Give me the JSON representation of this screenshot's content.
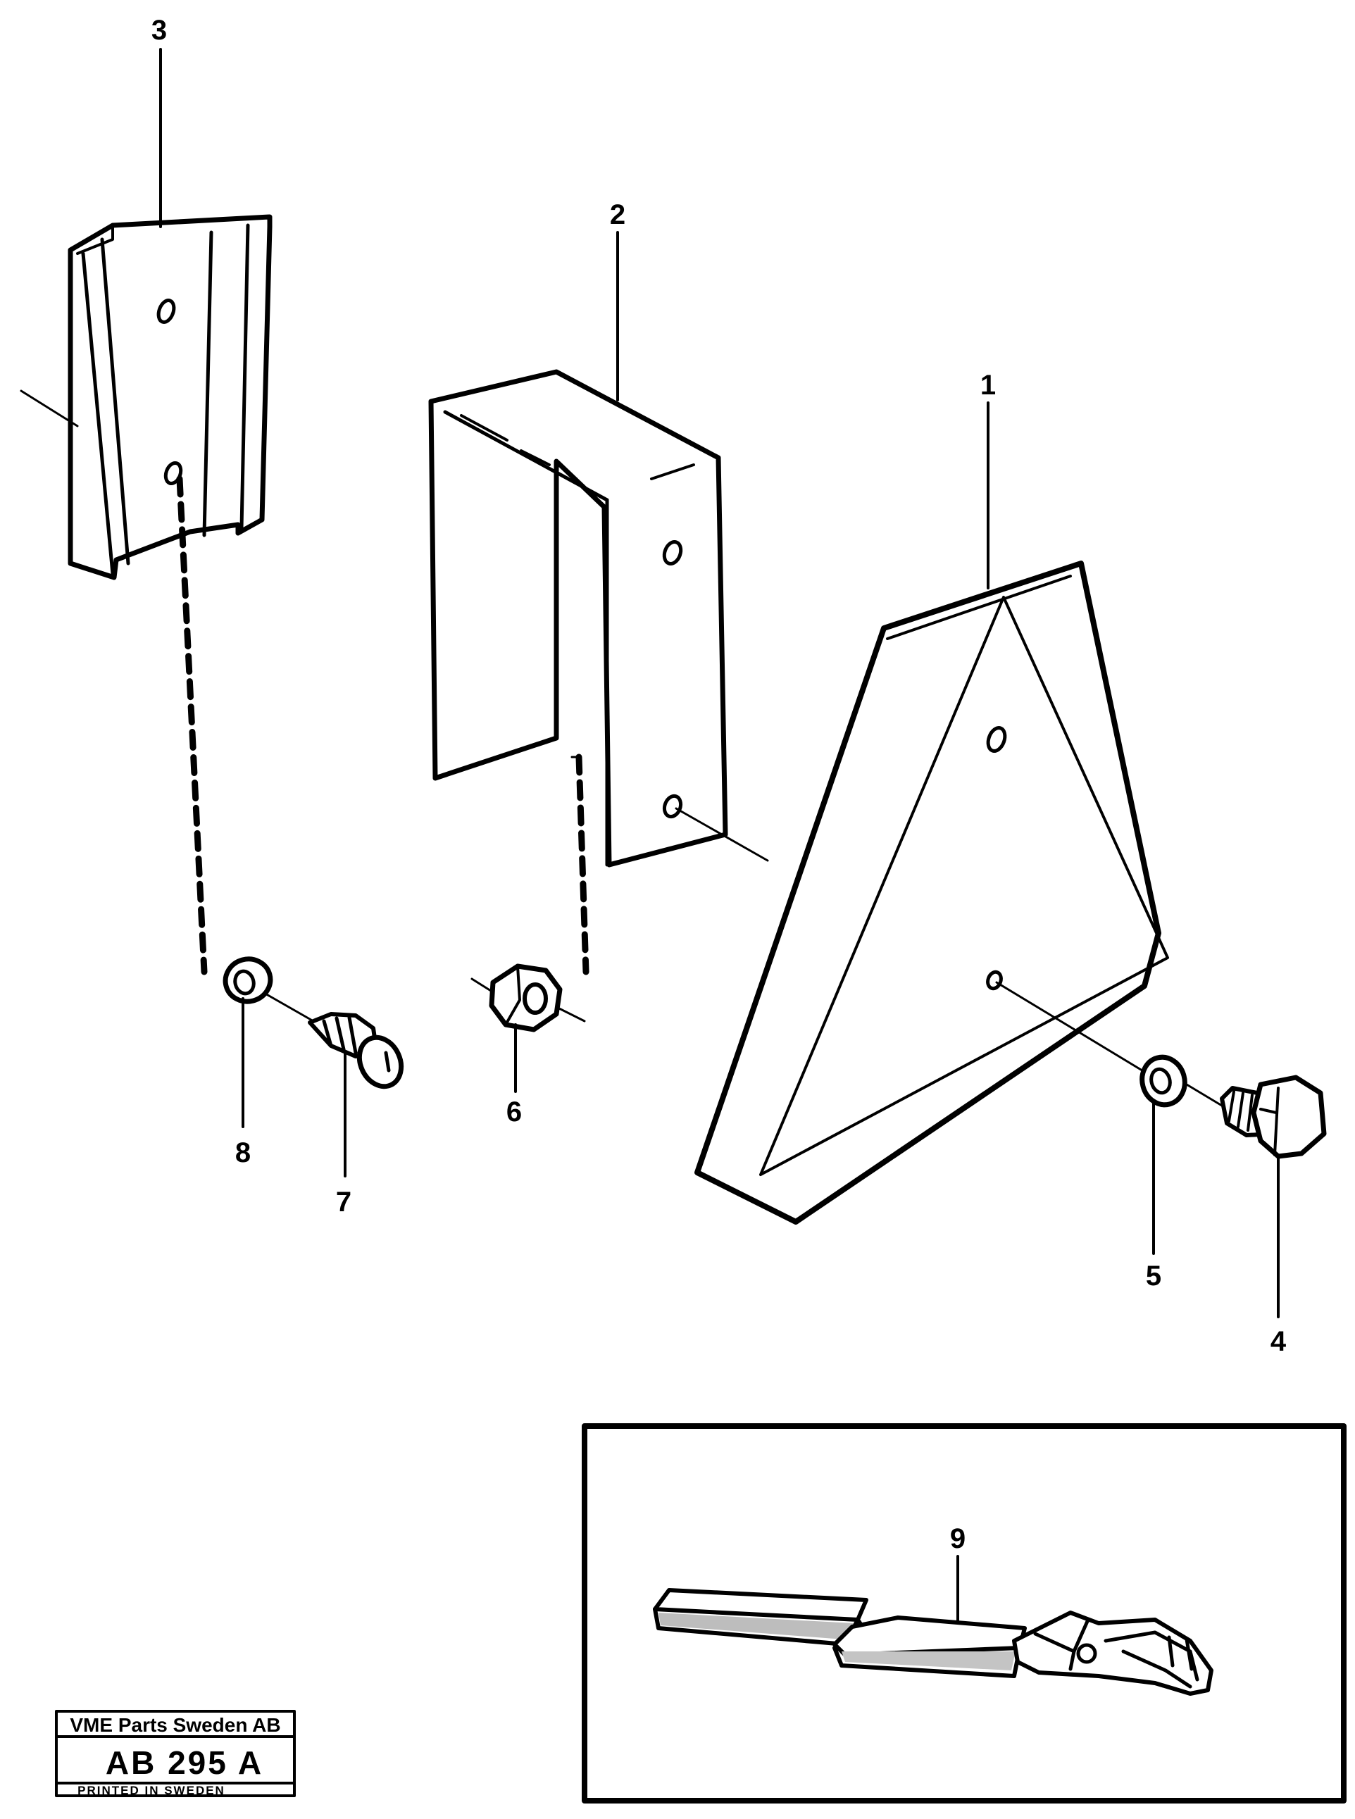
{
  "callouts": {
    "c1": "1",
    "c2": "2",
    "c3": "3",
    "c4": "4",
    "c5": "5",
    "c6": "6",
    "c7": "7",
    "c8": "8",
    "c9": "9"
  },
  "stamp": {
    "company": "VME Parts Sweden AB",
    "code": "AB 295 A",
    "printed": "PRINTED IN SWEDEN"
  }
}
